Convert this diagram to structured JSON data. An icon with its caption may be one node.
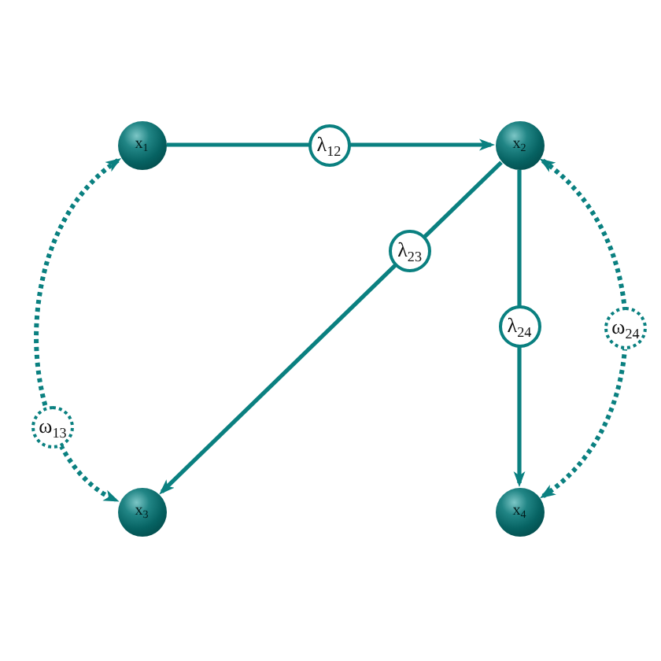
{
  "diagram": {
    "nodes": [
      {
        "text": [
          "x$_{1}$"
        ]
      },
      {
        "text": [
          "x$_{2}$"
        ]
      },
      {
        "text": [
          "x$_{3}$"
        ]
      },
      {
        "text": [
          "x$_{4}$"
        ]
      }
    ],
    "edges": [
      {
        "from": 0,
        "to": 1,
        "arrow": "to",
        "label": "λ$_{12}$"
      },
      {
        "from": 1,
        "to": 2,
        "arrow": "to",
        "label": "λ$_{23}$"
      },
      {
        "from": 1,
        "to": 3,
        "arrow": "to",
        "label": "λ$_{24}$"
      },
      {
        "from": 0,
        "to": 2,
        "arrow": "both",
        "label": "ω$_{13}$",
        "style": "dashed"
      },
      {
        "from": 1,
        "to": 3,
        "arrow": "both",
        "label": "ω$_{24}$",
        "style": "dashed"
      }
    ]
  }
}
